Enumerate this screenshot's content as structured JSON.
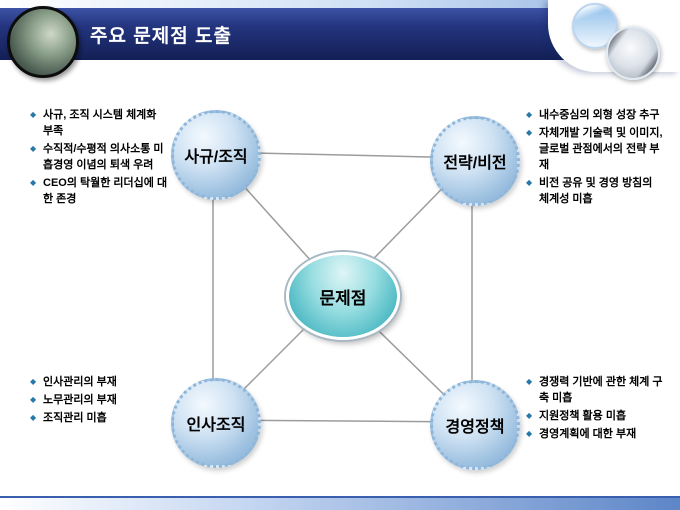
{
  "bullet": "◆",
  "header": {
    "title": "주요 문제점 도출"
  },
  "diagram": {
    "center": "문제점",
    "nodes": {
      "top_left": "사규/조직",
      "top_right": "전략/비전",
      "bottom_left": "인사조직",
      "bottom_right": "경영정책"
    }
  },
  "lists": {
    "top_left": [
      "사규, 조직 시스템 체계화 부족",
      "수직적/수평적 의사소통 미흡경영 이념의 퇴색 우려",
      "CEO의 탁월한 리더십에 대한 존경"
    ],
    "top_right": [
      "내수중심의 외형 성장 추구",
      "자체개발 기술력 및 이미지, 글로벌 관점에서의 전략 부재",
      "비전 공유 및 경영 방침의 체계성 미흡"
    ],
    "bottom_left": [
      "인사관리의 부재",
      "노무관리의 부재",
      "조직관리 미흡"
    ],
    "bottom_right": [
      "경쟁력 기반에 관한 체계 구축 미흡",
      "지원정책 활용 미흡",
      "경영계획에 대한 부재"
    ]
  },
  "colors": {
    "header_navy": "#24357f",
    "sphere_blue": "#9cc0e0",
    "center_teal": "#4fbac4",
    "bullet_teal": "#2878a8",
    "line_gray": "#9c9c9c"
  }
}
